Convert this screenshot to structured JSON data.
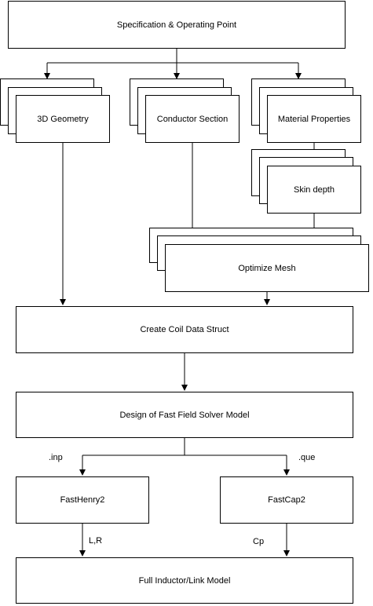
{
  "nodes": {
    "spec": "Specification & Operating Point",
    "geometry": "3D Geometry",
    "conductor": "Conductor Section",
    "material": "Material Properties",
    "skin": "Skin depth",
    "mesh": "Optimize Mesh",
    "coil": "Create Coil Data Struct",
    "design": "Design of Fast Field Solver Model",
    "fasthenry": "FastHenry2",
    "fastcap": "FastCap2",
    "full": "Full Inductor/Link Model"
  },
  "edge_labels": {
    "inp": ".inp",
    "que": ".que",
    "lr": "L,R",
    "cp": "Cp"
  },
  "colors": {
    "stroke": "#000000",
    "fill": "#ffffff"
  }
}
